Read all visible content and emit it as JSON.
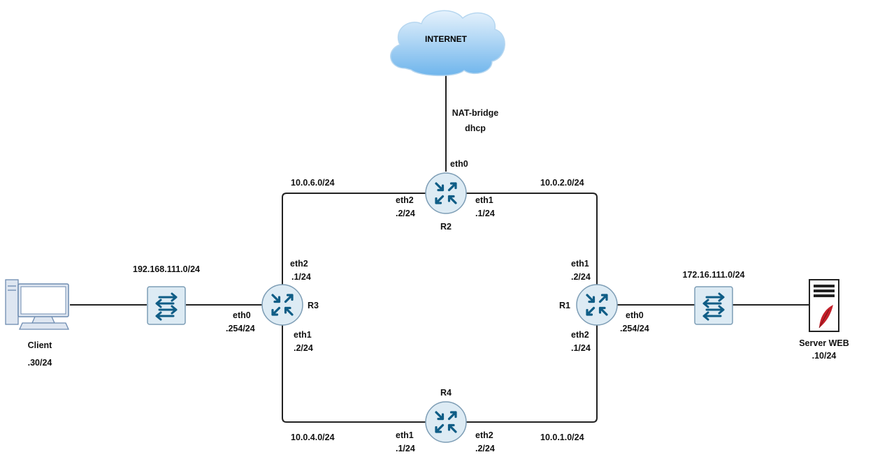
{
  "colors": {
    "link": "#222222",
    "device_fill": "#ddebf4",
    "device_stroke": "#7d9db5",
    "device_icon": "#0f5d86",
    "computer_fill": "#dee6f1",
    "computer_stroke": "#6d8bb0",
    "cloud_top": "#e6f2fc",
    "cloud_bottom": "#6fb5ec",
    "cloud_stroke": "#b7d7f0",
    "feather": "#c4202a"
  },
  "cloud": {
    "label": "INTERNET",
    "icon": "cloud-icon"
  },
  "internet_link": {
    "line1": "NAT-bridge",
    "line2": "dhcp"
  },
  "routers": {
    "r1": {
      "name": "R1",
      "icon": "router-icon"
    },
    "r2": {
      "name": "R2",
      "icon": "router-icon"
    },
    "r3": {
      "name": "R3",
      "icon": "router-icon"
    },
    "r4": {
      "name": "R4",
      "icon": "router-icon"
    }
  },
  "switches": {
    "left": {
      "network": "192.168.111.0/24",
      "icon": "switch-icon"
    },
    "right": {
      "network": "172.16.111.0/24",
      "icon": "switch-icon"
    }
  },
  "hosts": {
    "client": {
      "name": "Client",
      "ip": ".30/24",
      "icon": "computer-icon"
    },
    "server": {
      "name": "Server WEB",
      "ip": ".10/24",
      "icon": "web-server-icon"
    }
  },
  "networks": {
    "r2_r3": "10.0.6.0/24",
    "r1_r2": "10.0.2.0/24",
    "r3_r4": "10.0.4.0/24",
    "r1_r4": "10.0.1.0/24"
  },
  "interfaces": {
    "r2_eth0": {
      "name": "eth0"
    },
    "r2_eth2": {
      "name": "eth2",
      "ip": ".2/24"
    },
    "r2_eth1": {
      "name": "eth1",
      "ip": ".1/24"
    },
    "r3_eth2": {
      "name": "eth2",
      "ip": ".1/24"
    },
    "r3_eth0": {
      "name": "eth0",
      "ip": ".254/24"
    },
    "r3_eth1": {
      "name": "eth1",
      "ip": ".2/24"
    },
    "r1_eth1": {
      "name": "eth1",
      "ip": ".2/24"
    },
    "r1_eth0": {
      "name": "eth0",
      "ip": ".254/24"
    },
    "r1_eth2": {
      "name": "eth2",
      "ip": ".1/24"
    },
    "r4_eth1": {
      "name": "eth1",
      "ip": ".1/24"
    },
    "r4_eth2": {
      "name": "eth2",
      "ip": ".2/24"
    }
  }
}
